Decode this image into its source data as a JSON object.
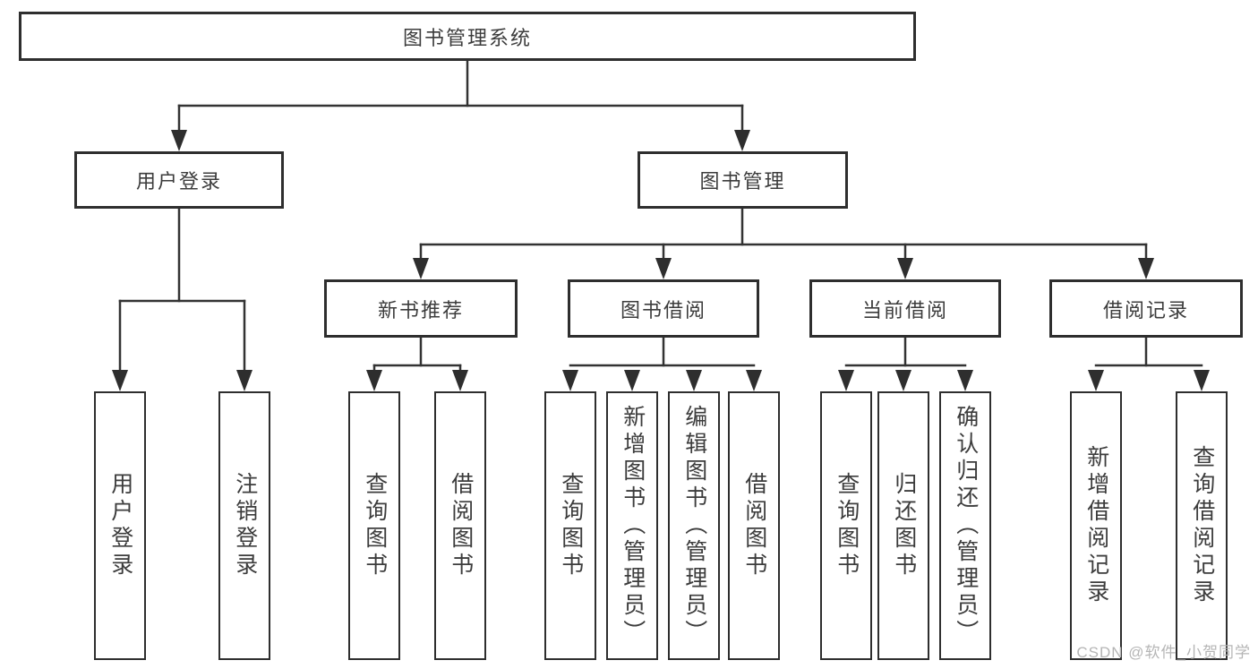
{
  "tree": {
    "label": "图书管理系统",
    "children": [
      {
        "label": "用户登录",
        "children": [
          {
            "label": "用户登录"
          },
          {
            "label": "注销登录"
          }
        ]
      },
      {
        "label": "图书管理",
        "children": [
          {
            "label": "新书推荐",
            "children": [
              {
                "label": "查询图书"
              },
              {
                "label": "借阅图书"
              }
            ]
          },
          {
            "label": "图书借阅",
            "children": [
              {
                "label": "查询图书"
              },
              {
                "label": "新增图书（管理员）"
              },
              {
                "label": "编辑图书（管理员）"
              },
              {
                "label": "借阅图书"
              }
            ]
          },
          {
            "label": "当前借阅",
            "children": [
              {
                "label": "查询图书"
              },
              {
                "label": "归还图书"
              },
              {
                "label": "确认归还（管理员）"
              }
            ]
          },
          {
            "label": "借阅记录",
            "children": [
              {
                "label": "新增借阅记录"
              },
              {
                "label": "查询借阅记录"
              }
            ]
          }
        ]
      }
    ]
  },
  "watermark": "CSDN @软件_小贺同学",
  "colors": {
    "line": "#333333",
    "border": "#2e2e2e",
    "text": "#3c3c3c",
    "watermark": "#b5b5b5"
  }
}
